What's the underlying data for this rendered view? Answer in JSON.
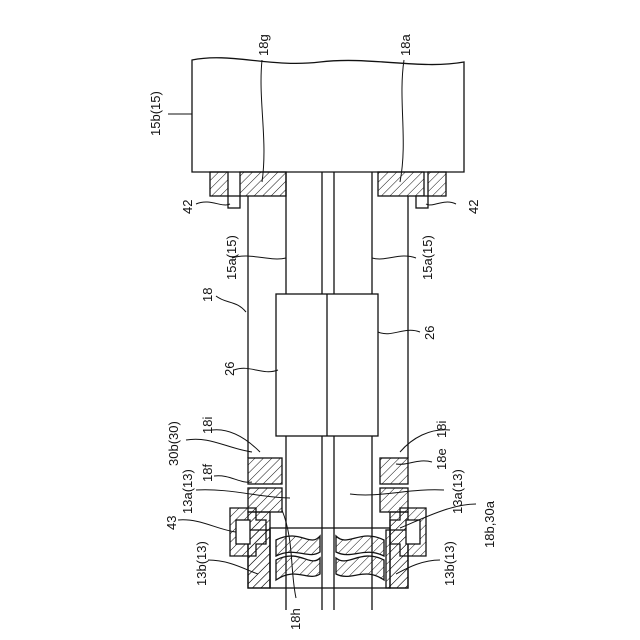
{
  "labels": {
    "l15b": "15b(15)",
    "l18g": "18g",
    "l18a": "18a",
    "l42_left": "42",
    "l42_right": "42",
    "l15a_left": "15a(15)",
    "l15a_right": "15a(15)",
    "l18": "18",
    "l26_left": "26",
    "l26_right": "26",
    "l30b": "30b(30)",
    "l18i_left": "18i",
    "l18e": "18e",
    "l18i_right": "18i",
    "l18f": "18f",
    "l13a_left": "13a(13)",
    "l13a_right": "13a(13)",
    "l43": "43",
    "l18b": "18b,30a",
    "l13b_left": "13b(13)",
    "l13b_right": "13b(13)",
    "l18h": "18h"
  }
}
